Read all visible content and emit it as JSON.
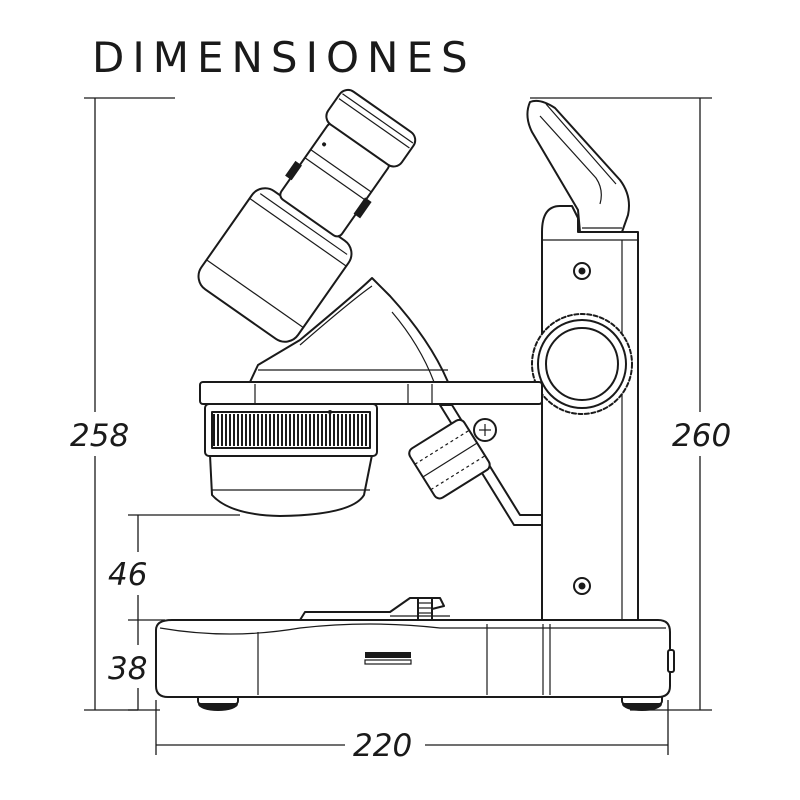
{
  "title": "DIMENSIONES",
  "dimensions": {
    "total_height_left": "258",
    "total_height_right": "260",
    "working_distance": "46",
    "base_height": "38",
    "base_width": "220"
  },
  "colors": {
    "line": "#1a1a1a",
    "background": "#ffffff"
  }
}
